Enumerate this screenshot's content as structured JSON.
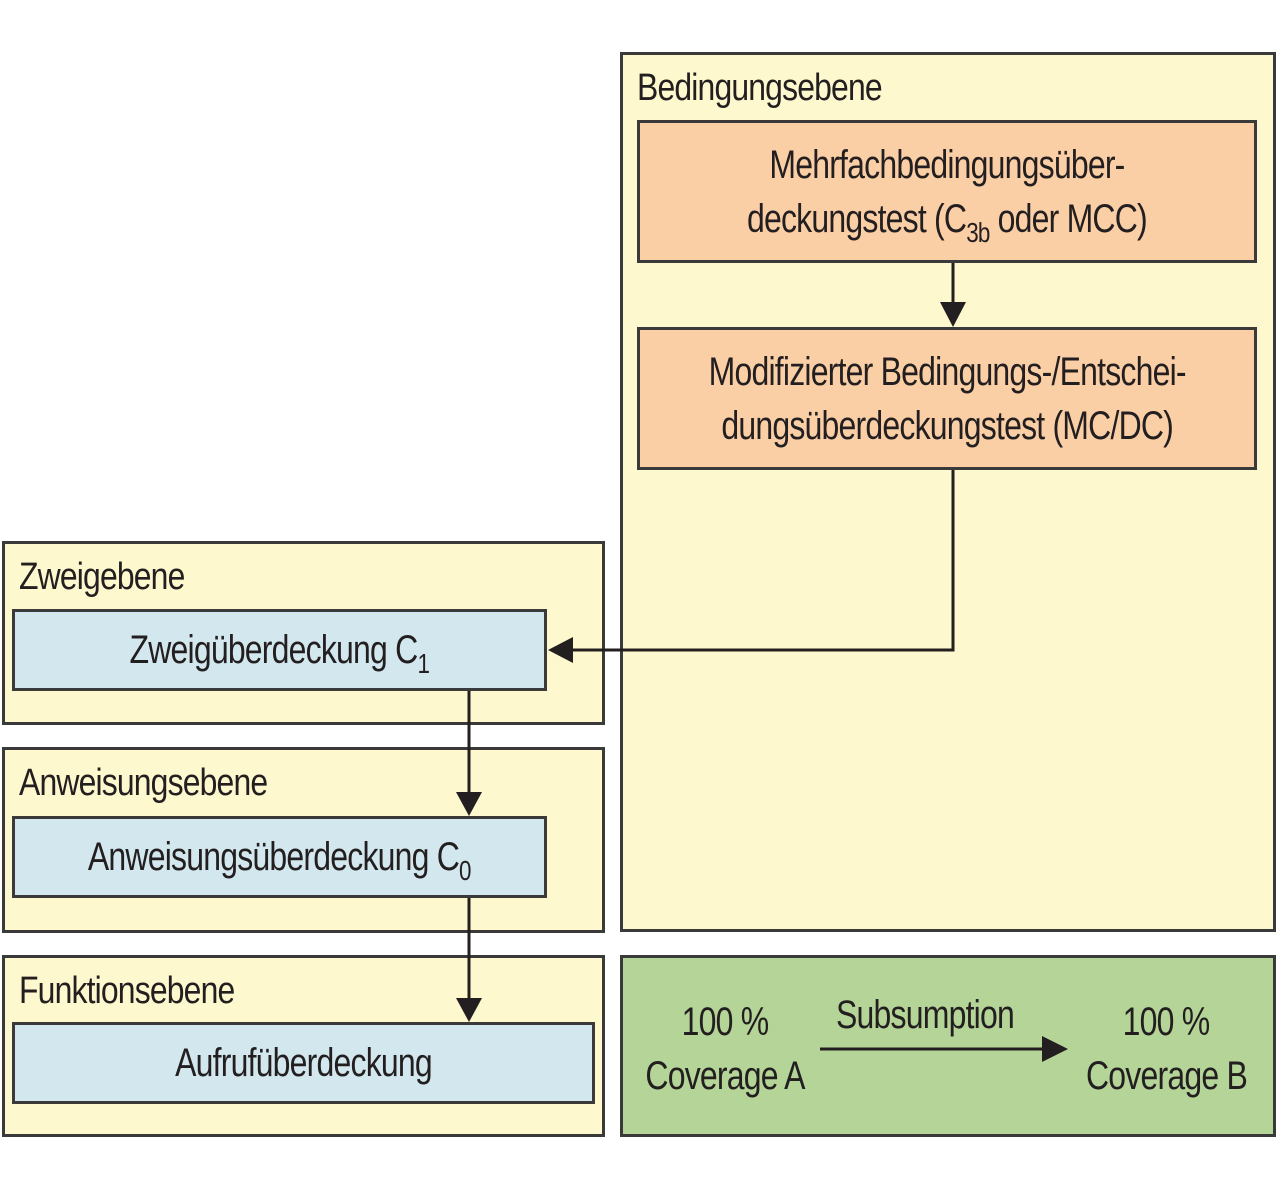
{
  "panels": {
    "condition": {
      "title": "Bedingungsebene"
    },
    "branch": {
      "title": "Zweigebene"
    },
    "statement": {
      "title": "Anweisungsebene"
    },
    "function": {
      "title": "Funktionsebene"
    }
  },
  "boxes": {
    "mcc": {
      "line1": "Mehrfachbedingungsüber-",
      "line2_pre": "deckungstest (C",
      "line2_sub": "3b",
      "line2_post": " oder MCC)"
    },
    "mcdc": {
      "line1": "Modifizierter Bedingungs-/Entschei-",
      "line2": "dungsüberdeckungstest (MC/DC)"
    },
    "branch_coverage": {
      "text": "Zweigüberdeckung C",
      "sub": "1"
    },
    "statement_coverage": {
      "text": "Anweisungsüberdeckung C",
      "sub": "0"
    },
    "call_coverage": {
      "text": "Aufrufüberdeckung"
    }
  },
  "legend": {
    "left_line1": "100 %",
    "left_line2": "Coverage A",
    "arrow_label": "Subsumption",
    "right_line1": "100 %",
    "right_line2": "Coverage B"
  },
  "colors": {
    "panel_yellow": "#fdf8cd",
    "box_orange": "#fbcfa6",
    "box_blue": "#d3e8ee",
    "legend_green": "#b5d598",
    "line": "#231f20"
  }
}
